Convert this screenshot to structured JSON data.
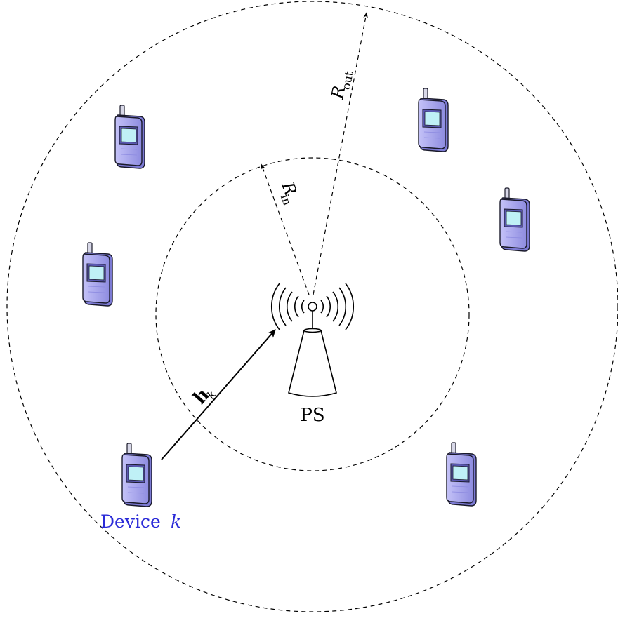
{
  "labels": {
    "r_out_main": "R",
    "r_out_sub": "out",
    "r_in_main": "R",
    "r_in_sub": "in",
    "channel_main": "h",
    "channel_sub": "k",
    "server": "PS",
    "device_word": "Device",
    "device_var": "k"
  },
  "colors": {
    "line": "#000000",
    "device_label": "#2a2ad8",
    "phone_body": "#b8b6f4",
    "phone_body_shade": "#9a98e8",
    "phone_screen": "#bff0f6",
    "phone_outline": "#1a1a2a"
  },
  "icons": {
    "phone": "mobile-phone-icon",
    "tower": "antenna-tower-icon",
    "signal": "radio-waves-icon"
  }
}
